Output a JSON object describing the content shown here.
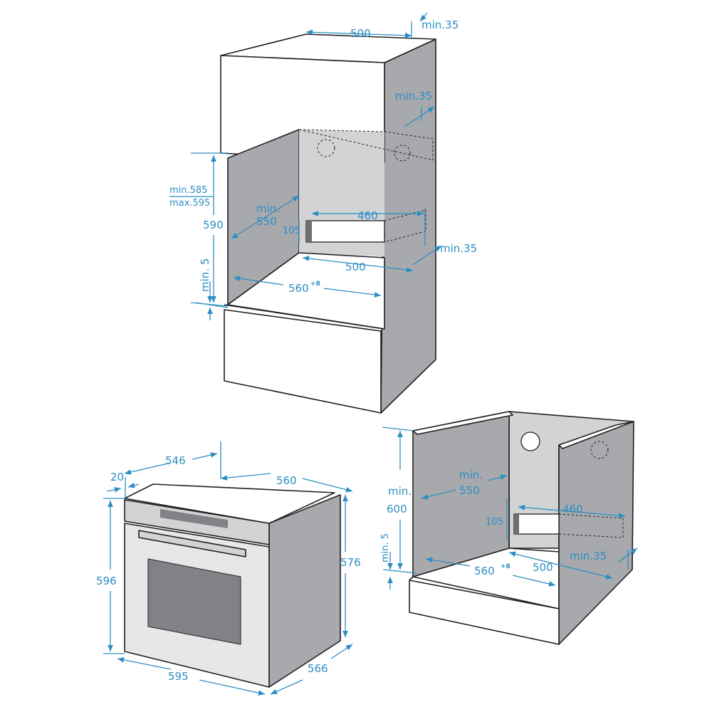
{
  "colors": {
    "dimension": "#2d8ec4",
    "panel_dark": "#a7a9ac",
    "panel_light": "#d1d3d4",
    "outline": "#231f20"
  },
  "column_installation": {
    "top_width": "500",
    "top_gap": "min.35",
    "rear_gap": "min.35",
    "opening_height_min": "min.585",
    "opening_height_max": "max.595",
    "oven_height": "590",
    "depth_min_line1": "min.",
    "depth_min_line2": "550",
    "vent_width": "460",
    "vent_height": "105",
    "side_gap": "min.35",
    "floor_depth": "500",
    "base_gap_line1": "min. 5",
    "opening_width": "560",
    "opening_width_tolerance": "+8"
  },
  "oven": {
    "depth_body": "546",
    "front_offset": "20",
    "width_body": "560",
    "height_total": "596",
    "height_body": "576",
    "width_front": "595",
    "depth_total": "566"
  },
  "under_counter_installation": {
    "height_min_line1": "min.",
    "height_min_line2": "600",
    "depth_min_line1": "min.",
    "depth_min_line2": "550",
    "vent_width": "460",
    "vent_height": "105",
    "base_gap": "min. 5",
    "opening_width": "560",
    "opening_width_tolerance": "+8",
    "floor_depth": "500",
    "rear_gap": "min.35"
  }
}
